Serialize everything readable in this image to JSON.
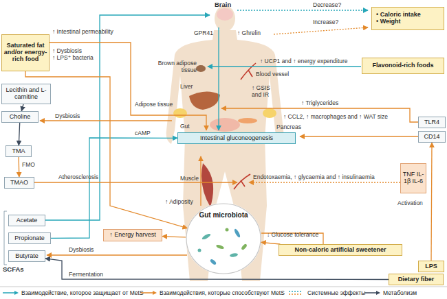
{
  "diagram": {
    "nodes": [
      {
        "text": [
          "Saturated fat and/or energy-rich food"
        ]
      },
      {
        "text": [
          "• Caloric intake",
          "• Weight"
        ]
      },
      {
        "text": [
          "Flavonoid-rich foods"
        ]
      },
      {
        "text": [
          "Lecithin and L-carnitine"
        ]
      },
      {
        "text": [
          "Choline"
        ]
      },
      {
        "text": [
          "TLR4"
        ]
      },
      {
        "text": [
          "CD14"
        ]
      },
      {
        "text": [
          "TMA"
        ]
      },
      {
        "text": [
          "Intestinal gluconeogenesis"
        ]
      },
      {
        "text": [
          "TMAO"
        ]
      },
      {
        "text": [
          "TNF IL-1β IL-6"
        ]
      },
      {
        "text": [
          "Acetate"
        ]
      },
      {
        "text": [
          "Propionate"
        ]
      },
      {
        "text": [
          "Butyrate"
        ]
      },
      {
        "text": [
          "↑ Energy harvest"
        ]
      },
      {
        "text": [
          "Gut microbiota"
        ]
      },
      {
        "text": [
          "Non-caloric artificial sweetener"
        ]
      },
      {
        "text": [
          "LPS"
        ]
      },
      {
        "text": [
          "Dietary fiber"
        ]
      }
    ],
    "edges": [
      {
        "from": 3,
        "to": 4,
        "arrow": "to"
      },
      {
        "from": 4,
        "to": 7,
        "arrow": "to"
      },
      {
        "from": 7,
        "to": 9,
        "label": "FMO",
        "arrow": "to"
      },
      {
        "from": 18,
        "to": 13,
        "label": "Fermentation",
        "arrow": "to"
      },
      {
        "from": 17,
        "to": 6,
        "label": "Activation",
        "arrow": "to"
      },
      {
        "from": 16,
        "to": 15,
        "arrow": "to"
      },
      {
        "from": 15,
        "to": 14,
        "arrow": "to"
      },
      {
        "from": 12,
        "to": 8,
        "label": "cAMP",
        "arrow": "to"
      },
      {
        "from": 0,
        "to": 15,
        "arrow": "to"
      }
    ],
    "labels": [
      "Brain",
      "GPR41",
      "↑ Ghrelin",
      "Decrease?",
      "Increase?",
      "↑ Intestinal permeability",
      "↑ Dysbiosis",
      "↑ LPS⁺ bacteria",
      "Brown adipose tissue",
      "↑ UCP1 and ↑ energy expenditure",
      "Blood vessel",
      "Liver",
      "↑ GSIS and IR",
      "Adipose tissue",
      "↑ Triglycerides",
      "↑ CCL2, ↑ macrophages and ↑ WAT size",
      "Dysbiosis",
      "Pancreas",
      "Gut",
      "Atherosclerosis",
      "Muscle",
      "Endotoxaemia, ↑ glycaemia and ↑ insulinaemia",
      "↑ Adiposity",
      "↓ Glucose tolerance",
      "Dysbiosis",
      "SCFAs"
    ],
    "legend": [
      {
        "text": "Взаимодействие, которое защищает от MetS"
      },
      {
        "text": "Взаимодействия, которые способствуют MetS"
      },
      {
        "text": "Системные эффекты"
      },
      {
        "text": "Метаболизм"
      }
    ]
  }
}
